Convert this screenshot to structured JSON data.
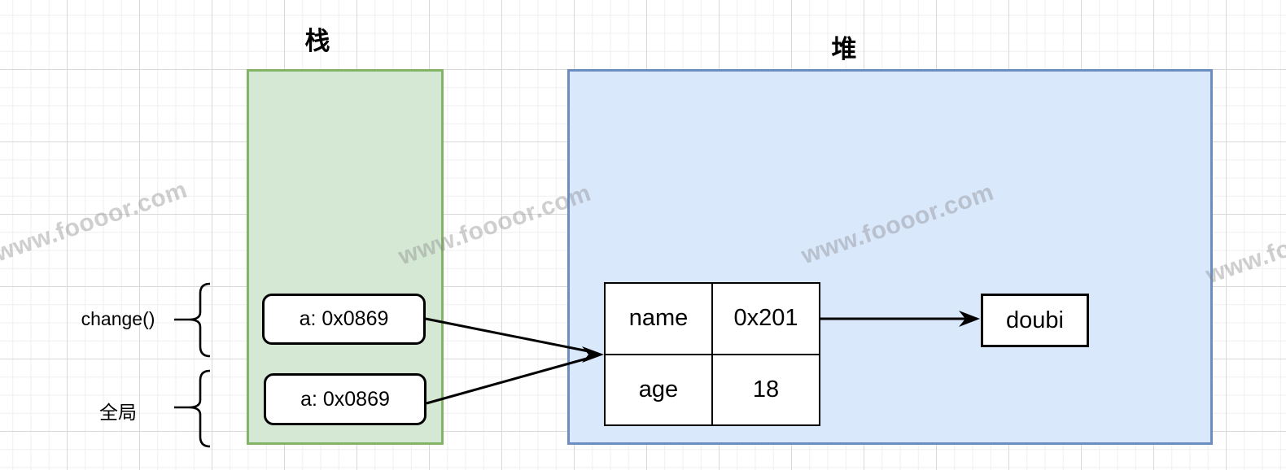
{
  "diagram": {
    "stack": {
      "title": "栈",
      "items": [
        {
          "label": "a: 0x0869"
        },
        {
          "label": "a: 0x0869"
        }
      ]
    },
    "heap": {
      "title": "堆",
      "object_table": {
        "rows": [
          {
            "key": "name",
            "value": "0x201"
          },
          {
            "key": "age",
            "value": "18"
          }
        ]
      },
      "value_box": {
        "label": "doubi"
      }
    },
    "scope_labels": [
      {
        "label": "change()"
      },
      {
        "label": "全局"
      }
    ],
    "colors": {
      "stack_fill": "#d5e8d4",
      "stack_border": "#82b366",
      "heap_fill": "#dae8fc",
      "heap_border": "#6c8ebf",
      "line": "#000000"
    }
  },
  "watermark": {
    "text": "www.foooor.com"
  }
}
